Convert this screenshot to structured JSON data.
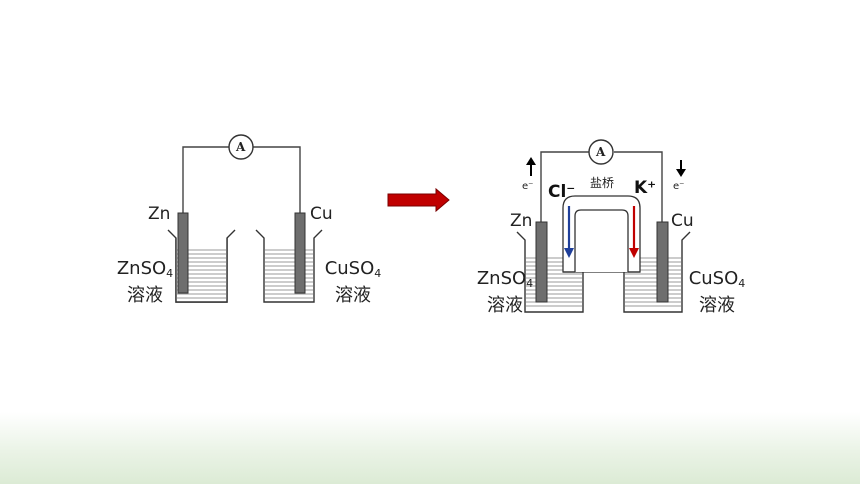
{
  "left_diagram": {
    "ammeter_label": "A",
    "anode_label": "Zn",
    "cathode_label": "Cu",
    "left_solution": {
      "formula": "ZnSO",
      "subscript": "4",
      "word": "溶液"
    },
    "right_solution": {
      "formula": "CuSO",
      "subscript": "4",
      "word": "溶液"
    }
  },
  "arrow": {
    "color": "#c00000"
  },
  "right_diagram": {
    "ammeter_label": "A",
    "anode_label": "Zn",
    "cathode_label": "Cu",
    "salt_bridge_label": "盐桥",
    "anion_label": "Cl⁻",
    "cation_label": "K⁺",
    "electron_left": "e⁻",
    "electron_right": "e⁻",
    "anion_arrow_color": "#1f3f9a",
    "cation_arrow_color": "#c00000",
    "left_solution": {
      "formula": "ZnSO",
      "subscript": "4",
      "word": "溶液"
    },
    "right_solution": {
      "formula": "CuSO",
      "subscript": "4",
      "word": "溶液"
    }
  }
}
